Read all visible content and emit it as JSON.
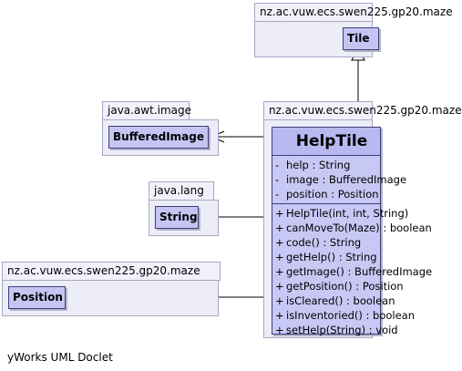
{
  "packages": {
    "tile": {
      "name": "nz.ac.vuw.ecs.swen225.gp20.maze",
      "class_name": "Tile"
    },
    "awt_image": {
      "name": "java.awt.image",
      "class_name": "BufferedImage"
    },
    "lang": {
      "name": "java.lang",
      "class_name": "String"
    },
    "maze": {
      "name": "nz.ac.vuw.ecs.swen225.gp20.maze",
      "class_name": "Position"
    },
    "helptile": {
      "name": "nz.ac.vuw.ecs.swen225.gp20.maze"
    }
  },
  "helptile": {
    "title": "HelpTile",
    "fields": [
      {
        "vis": "-",
        "text": "help : String"
      },
      {
        "vis": "-",
        "text": "image : BufferedImage"
      },
      {
        "vis": "-",
        "text": "position : Position"
      }
    ],
    "methods": [
      {
        "vis": "+",
        "text": "HelpTile(int, int, String)"
      },
      {
        "vis": "+",
        "text": "canMoveTo(Maze) : boolean"
      },
      {
        "vis": "+",
        "text": "code() : String"
      },
      {
        "vis": "+",
        "text": "getHelp() : String"
      },
      {
        "vis": "+",
        "text": "getImage() : BufferedImage"
      },
      {
        "vis": "+",
        "text": "getPosition() : Position"
      },
      {
        "vis": "+",
        "text": "isCleared() : boolean"
      },
      {
        "vis": "+",
        "text": "isInventoried() : boolean"
      },
      {
        "vis": "+",
        "text": "setHelp(String) : void"
      }
    ]
  },
  "footer": "yWorks UML Doclet",
  "colors": {
    "class_fill": "#c5c5f4",
    "package_fill": "#ededf8",
    "border": "#3e3e78"
  }
}
